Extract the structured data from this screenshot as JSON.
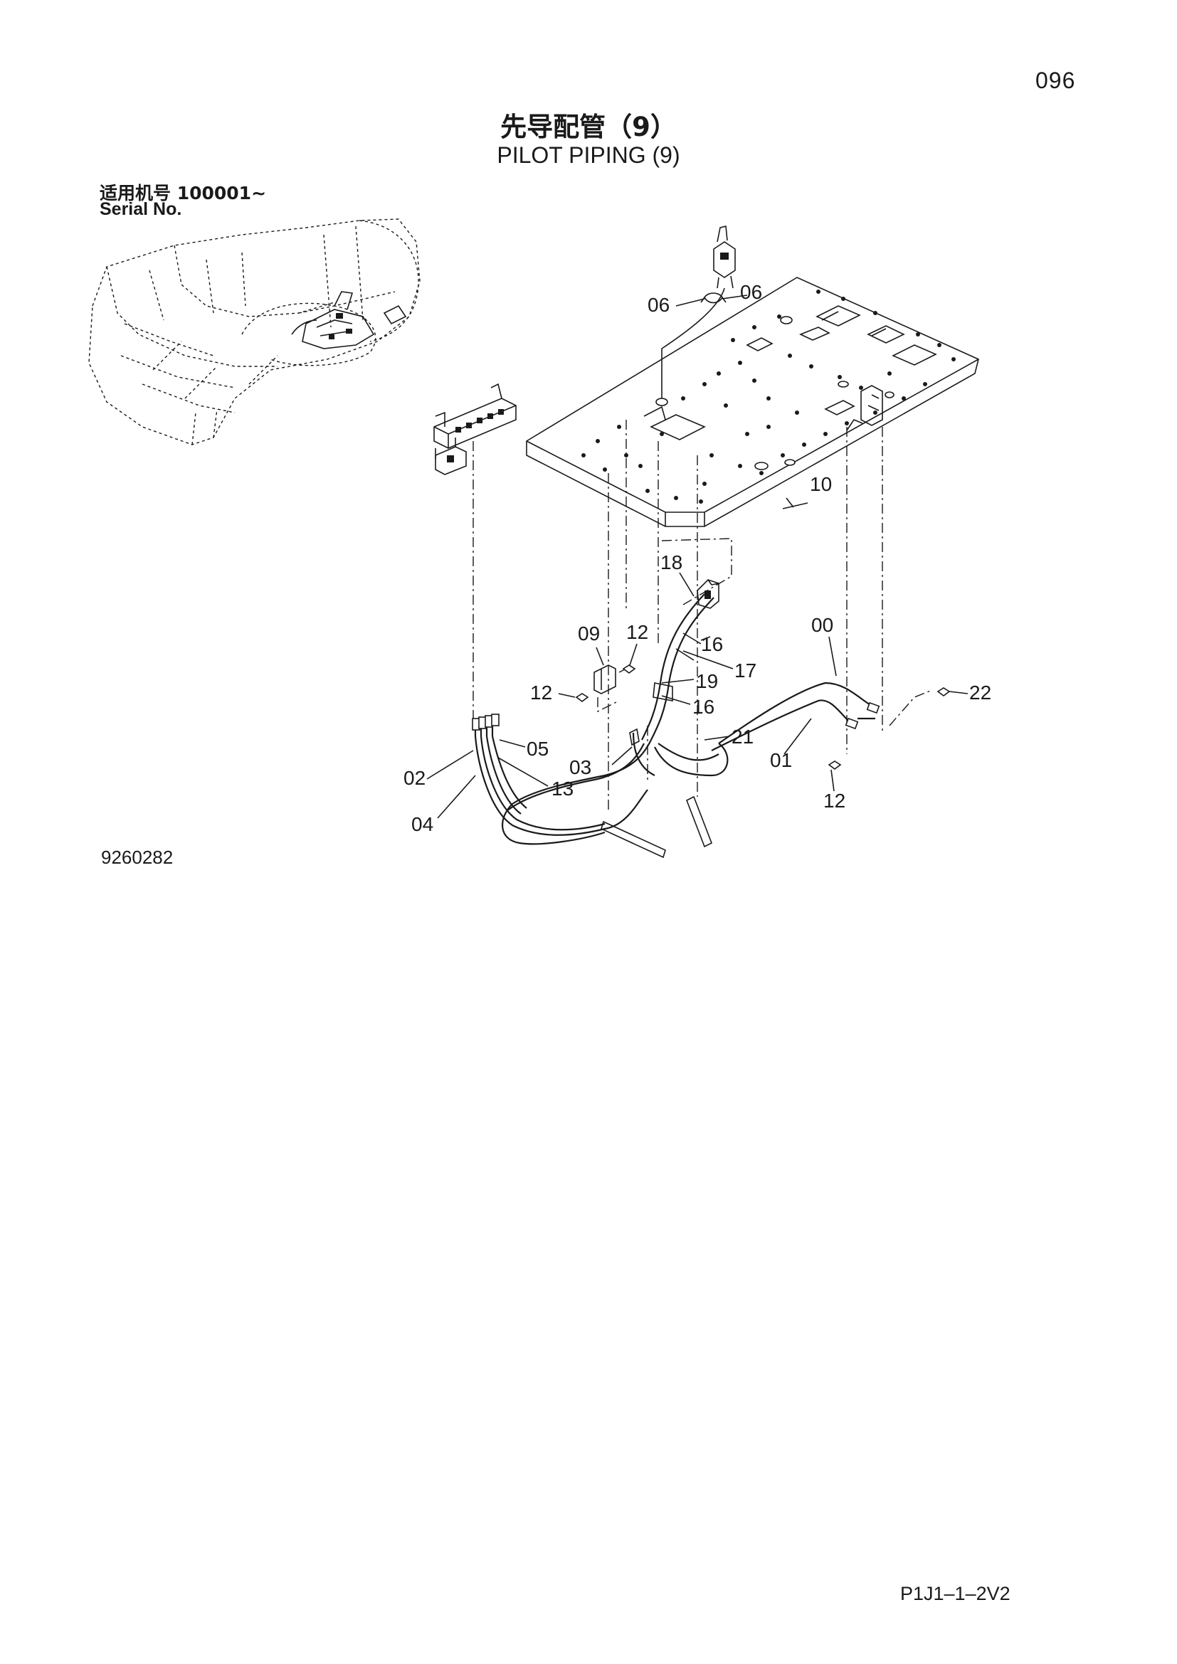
{
  "header": {
    "page_number": "096",
    "title_cn": "先导配管（9）",
    "title_en": "PILOT PIPING (9)"
  },
  "serial": {
    "label_cn": "适用机号  100001~",
    "label_en": "Serial No."
  },
  "callouts": [
    {
      "id": "c06a",
      "text": "06"
    },
    {
      "id": "c06b",
      "text": "06"
    },
    {
      "id": "c10",
      "text": "10"
    },
    {
      "id": "c18",
      "text": "18"
    },
    {
      "id": "c09",
      "text": "09"
    },
    {
      "id": "c12a",
      "text": "12"
    },
    {
      "id": "c00",
      "text": "00"
    },
    {
      "id": "c16a",
      "text": "16"
    },
    {
      "id": "c17",
      "text": "17"
    },
    {
      "id": "c12b",
      "text": "12"
    },
    {
      "id": "c19",
      "text": "19"
    },
    {
      "id": "c22",
      "text": "22"
    },
    {
      "id": "c16b",
      "text": "16"
    },
    {
      "id": "c21",
      "text": "21"
    },
    {
      "id": "c05",
      "text": "05"
    },
    {
      "id": "c03",
      "text": "03"
    },
    {
      "id": "c01",
      "text": "01"
    },
    {
      "id": "c02",
      "text": "02"
    },
    {
      "id": "c13",
      "text": "13"
    },
    {
      "id": "c12c",
      "text": "12"
    },
    {
      "id": "c04",
      "text": "04"
    }
  ],
  "footer": {
    "drawing_number": "9260282",
    "catalog_code": "P1J1–1–2V2"
  }
}
